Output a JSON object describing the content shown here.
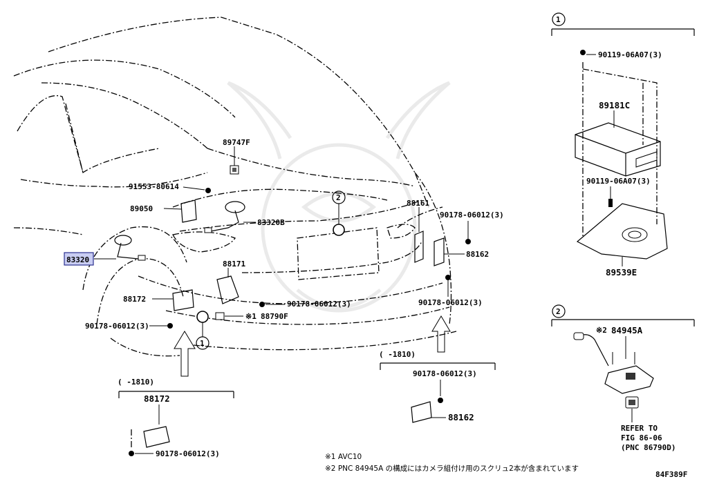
{
  "figure_id": "84F389F",
  "inset1": {
    "marker": "1",
    "screw_top": "90119-06A07(3)",
    "module": "89181C",
    "screw_mid": "90119-06A07(3)",
    "bracket": "89539E"
  },
  "inset2": {
    "marker": "2",
    "camera": "84945A",
    "camera_prefix": "※2",
    "refer_line1": "REFER TO",
    "refer_line2": "FIG 86-06",
    "refer_line3": "(PNC 86790D)"
  },
  "main": {
    "part_89747F": "89747F",
    "part_91553": "91553-80614",
    "part_89050": "89050",
    "part_83320B": "83320B",
    "marker2": "2",
    "part_88161": "88161",
    "part_90178_right_top": "90178-06012(3)",
    "part_83320": "83320",
    "part_88171": "88171",
    "part_88162": "88162",
    "part_88172": "88172",
    "part_90178_center": "90178-06012(3)",
    "part_90178_right_mid": "90178-06012(3)",
    "part_88790F": "88790F",
    "part_88790F_prefix": "※1",
    "part_90178_left": "90178-06012(3)",
    "marker1": "1"
  },
  "variant_left": {
    "range": "(    -1810)",
    "part": "88172",
    "screw": "90178-06012(3)"
  },
  "variant_right": {
    "range": "(    -1810)",
    "screw": "90178-06012(3)",
    "part": "88162"
  },
  "notes": {
    "note1": "※1  AVC10",
    "note2": "※2  PNC 84945A の構成にはカメラ組付け用のスクリュ2本が含まれています"
  }
}
